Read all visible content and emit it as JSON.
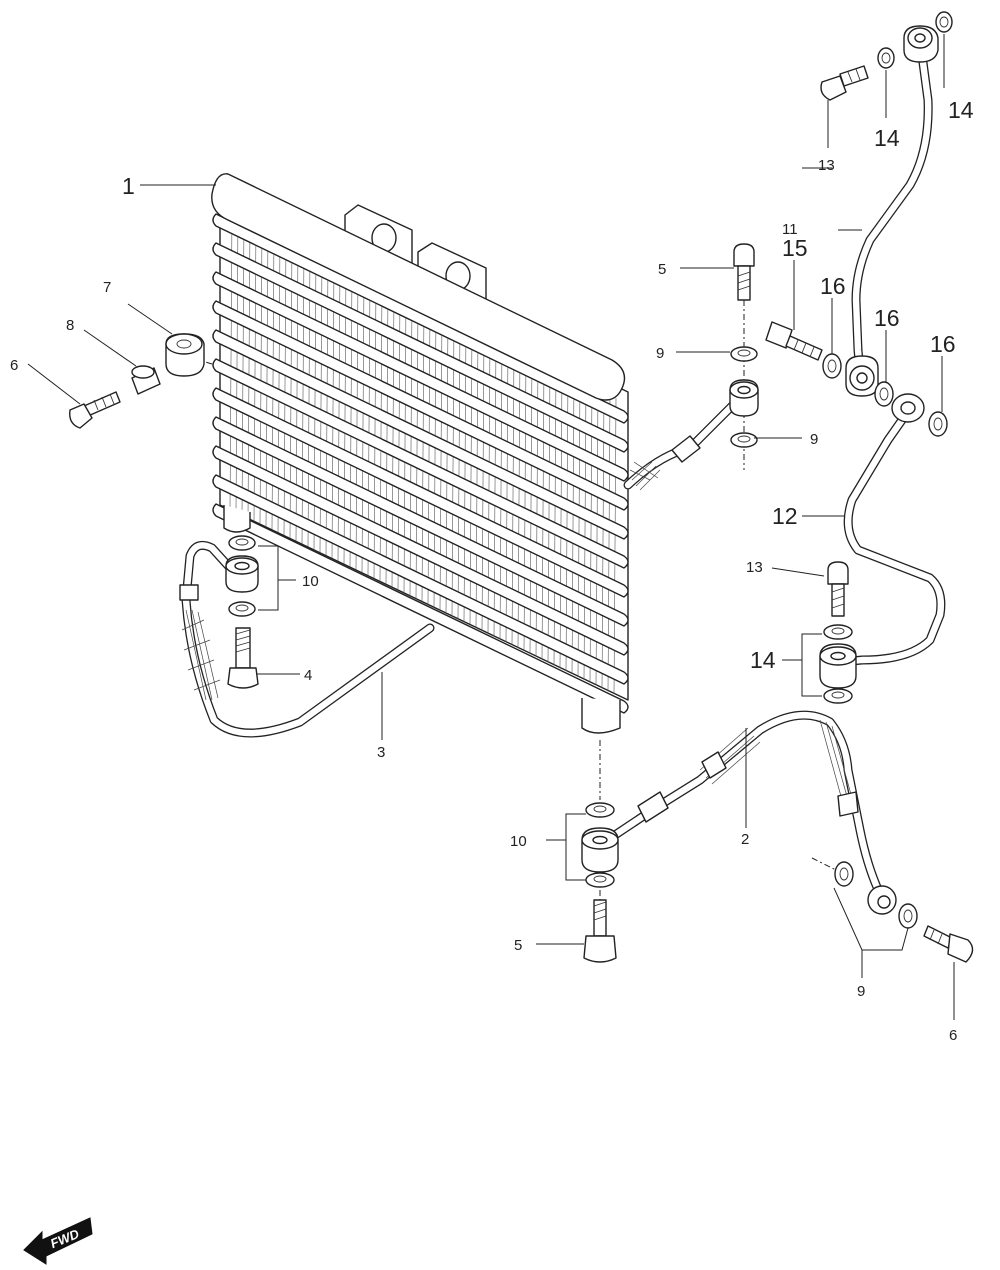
{
  "labels": {
    "p1": "1",
    "p2": "2",
    "p3": "3",
    "p4": "4",
    "p5a": "5",
    "p5b": "5",
    "p6a": "6",
    "p6b": "6",
    "p7": "7",
    "p8": "8",
    "p9a": "9",
    "p9b": "9",
    "p9c": "9",
    "p10a": "10",
    "p10b": "10",
    "p11": "11",
    "p12": "12",
    "p13a": "13",
    "p13b": "13",
    "p14a": "14",
    "p14b": "14",
    "p14c": "14",
    "p15": "15",
    "p16a": "16",
    "p16b": "16",
    "p16c": "16"
  },
  "fwd_badge": "FWD"
}
